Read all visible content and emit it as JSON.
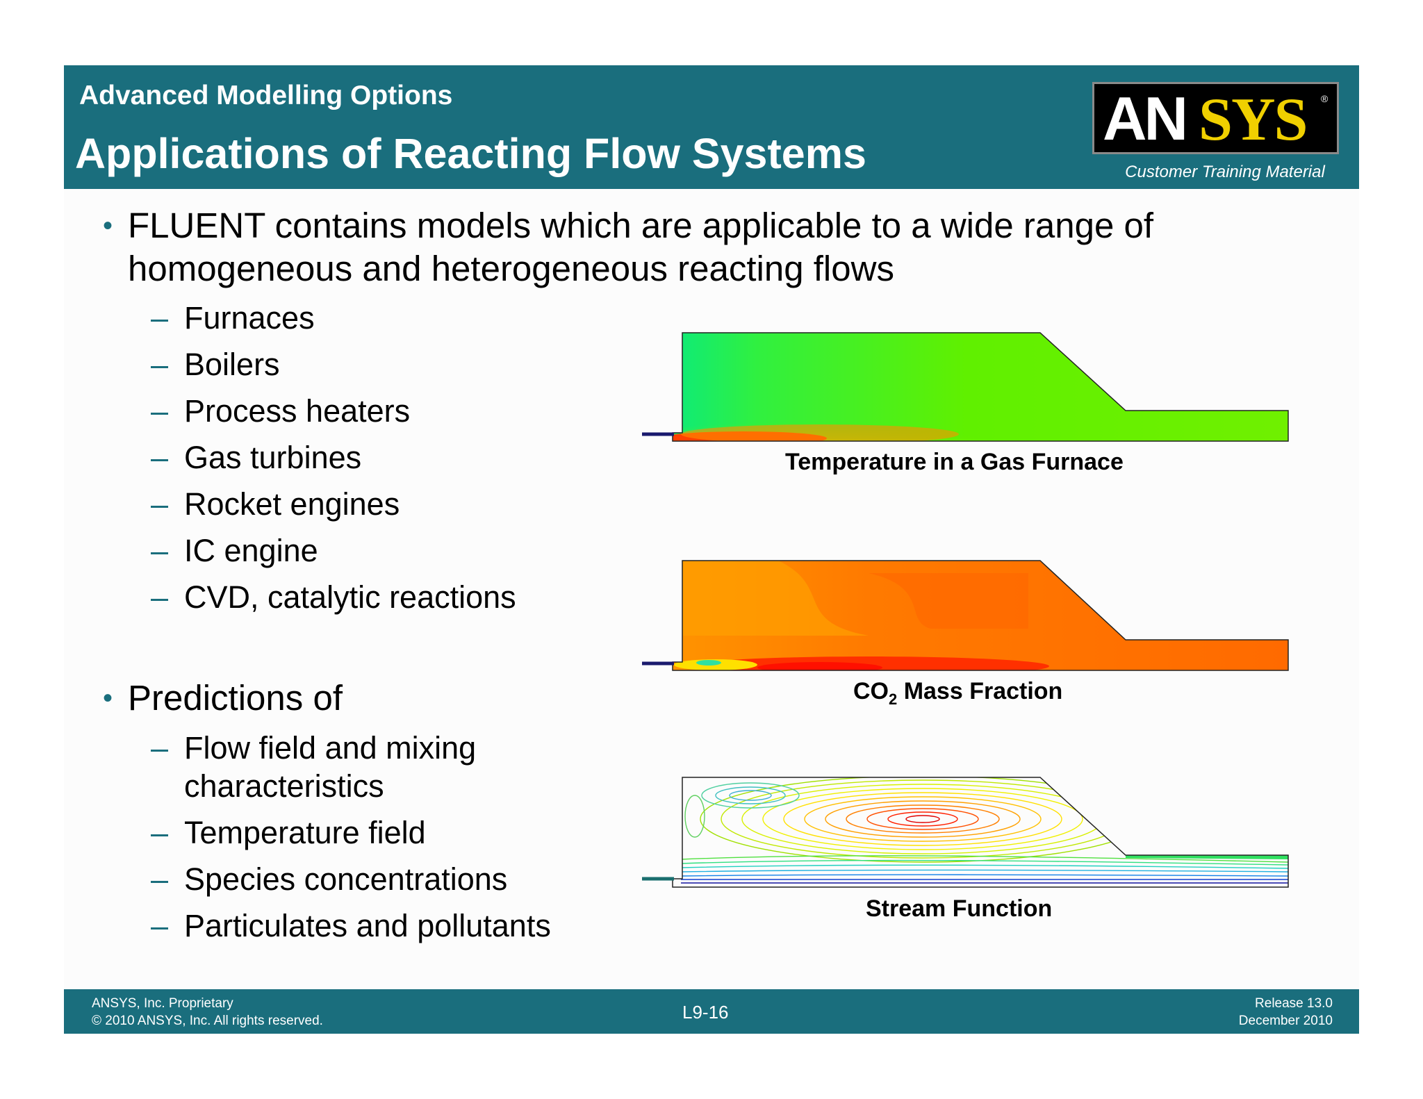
{
  "header": {
    "section": "Advanced Modelling Options",
    "title": "Applications of Reacting Flow Systems",
    "logo_text": "ANSYS",
    "subtitle": "Customer Training Material"
  },
  "bullets": [
    {
      "line1": "FLUENT contains models which are applicable to a wide range of",
      "line2": "homogeneous and heterogeneous reacting flows",
      "items": [
        "Furnaces",
        "Boilers",
        "Process heaters",
        "Gas turbines",
        "Rocket engines",
        "IC engine",
        "CVD, catalytic reactions"
      ]
    },
    {
      "line1": "Predictions of",
      "items": [
        "Flow field and mixing",
        "characteristics",
        "Temperature field",
        "Species concentrations",
        "Particulates and pollutants"
      ]
    }
  ],
  "figures": {
    "temperature_caption": "Temperature in a Gas Furnace",
    "co2_caption_main": "CO",
    "co2_caption_sub": "2",
    "co2_caption_rest": " Mass Fraction",
    "stream_caption": "Stream Function"
  },
  "footer": {
    "left_line1": "ANSYS, Inc. Proprietary",
    "left_line2": "© 2010 ANSYS, Inc.  All rights reserved.",
    "center": "L9-16",
    "right_line1": "Release 13.0",
    "right_line2": "December 2010"
  },
  "colors": {
    "header_bg": "#1a6e7d",
    "logo_yellow": "#f0d000"
  }
}
